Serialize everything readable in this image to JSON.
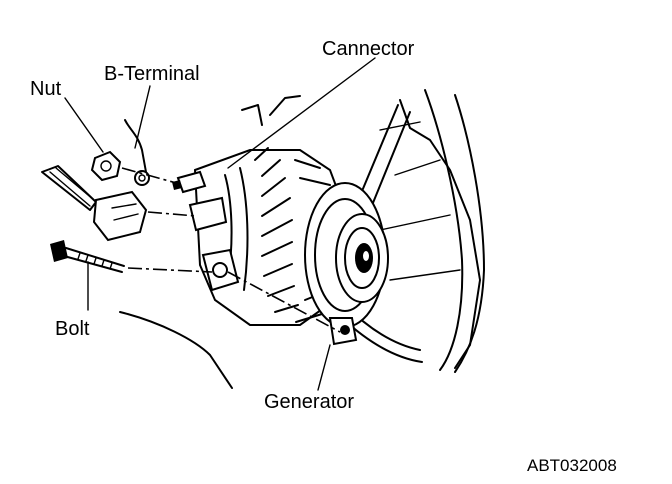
{
  "labels": {
    "nut": "Nut",
    "b_terminal": "B-Terminal",
    "connector": "Cannector",
    "bolt": "Bolt",
    "generator": "Generator"
  },
  "figure_code": "ABT032008"
}
